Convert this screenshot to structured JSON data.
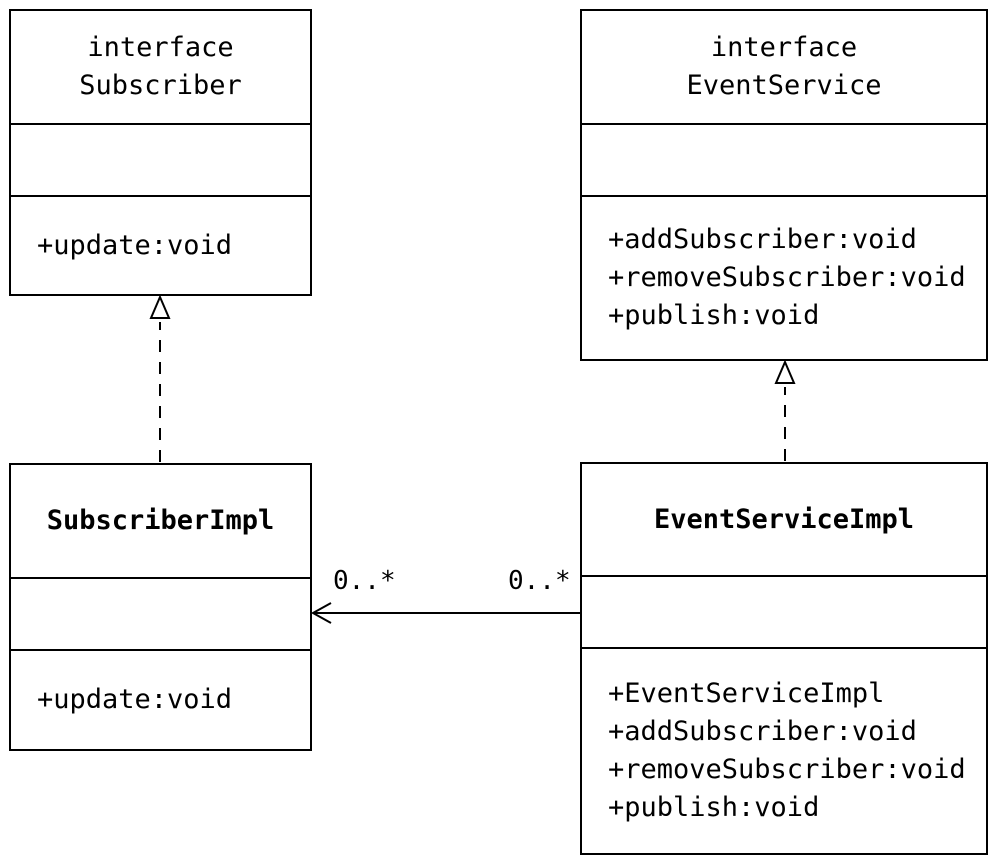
{
  "classes": {
    "subscriber": {
      "stereotype": "interface",
      "name": "Subscriber",
      "attributes": [],
      "operations": [
        "+update:void"
      ]
    },
    "event_service": {
      "stereotype": "interface",
      "name": "EventService",
      "attributes": [],
      "operations": [
        "+addSubscriber:void",
        "+removeSubscriber:void",
        "+publish:void"
      ]
    },
    "subscriber_impl": {
      "name": "SubscriberImpl",
      "attributes": [],
      "operations": [
        "+update:void"
      ]
    },
    "event_service_impl": {
      "name": "EventServiceImpl",
      "attributes": [],
      "operations": [
        "+EventServiceImpl",
        "+addSubscriber:void",
        "+removeSubscriber:void",
        "+publish:void"
      ]
    }
  },
  "association": {
    "source_multiplicity": "0..*",
    "target_multiplicity": "0..*"
  }
}
